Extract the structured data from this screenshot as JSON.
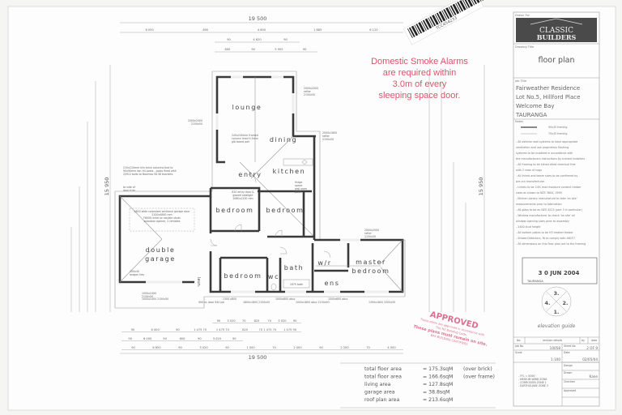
{
  "title_block": {
    "drawn_for_label": "Drawn For",
    "logo_line1": "CLASSIC",
    "logo_line2": "BUILDERS",
    "drawing_title_label": "Drawing Title",
    "drawing_title": "floor plan",
    "job_title_label": "Job Title",
    "job_lines": [
      "Fairweather Residence",
      "Lot No.5, Hillford Place",
      "Welcome Bay",
      "TAURANGA"
    ],
    "notes_label": "Notes",
    "legend": [
      "90x45 framing",
      "70x45 framing"
    ],
    "notes": [
      "- All exterior wall systems to have appropriate",
      "  ventilation and use proprietary flashing",
      "  systems to be installed in accordance with",
      "  the manufacturers instructions by trained installers",
      "- All framing to be kilned dried chemical free",
      "  with 2 rows of nogs",
      "- All lintels and beam sizes to be confirmed by",
      "  pre-cut manufacturer",
      "- Lintels to be 24% max moisture content timber",
      "  sizes as shown to NZS 3604, 1999",
      "- Kitchen joinery manufacture to take 'on site'",
      "  measurements prior to fabrication",
      "- All glass to be as NZS 4223 (part 3 in particular)",
      "- Window manufacturer to check 'on site' all",
      "  window opening sizes prior to assembly",
      "- 2400 stud height",
      "- All bottom plates to be H3 treated timber",
      "- Smoke Detectors, fit to comply with A61F7",
      "- All dimensions on this floor plan are to the framing"
    ],
    "stamp_date": "3 0 JUN 2004",
    "stamp_place": "TAURANGA",
    "elevation_numbers": [
      "1.",
      "2.",
      "3.",
      "4."
    ],
    "elevation_label": "elevation guide",
    "revision_headers": [
      "No.",
      "revision details",
      "by",
      "date"
    ],
    "job_no_label": "Job No",
    "job_no": "10058",
    "sheet_no_label": "Sheet No",
    "sheet_no": "2 OF 9",
    "scale_label": "Scale",
    "scale": "1:100",
    "date_label": "Date",
    "date": "02/05/04",
    "design_label": "Design",
    "drawn_label": "Drawn",
    "drawn": "Kane",
    "checked_label": "Checked",
    "approved_label": "Approved",
    "zone_notes": [
      "- FFL = 0000",
      "- MEDIUM WIND ZONE",
      "- CORROSION ZONE 1",
      "- EARTHQUAKE ZONE 3"
    ]
  },
  "barcode_text": "TCC454233",
  "smoke_alarm_notice": [
    "Domestic Smoke Alarms",
    "are required within",
    "3.0m of every",
    "sleeping space door."
  ],
  "approved_stamp": {
    "title": "APPROVED",
    "lines": [
      "These plans are approved in accordance with",
      "The NZ Building Code.",
      "These plans must remain on site.",
      "BAY BUILDING CERTIFIERS"
    ]
  },
  "rooms": {
    "lounge": "lounge",
    "dining": "dining",
    "entry": "entry",
    "kitchen": "kitchen",
    "bedroom_1": "bedroom",
    "bedroom_2": "bedroom",
    "bedroom_3": "bedroom",
    "garage": [
      "double",
      "garage"
    ],
    "wc": "wc",
    "bath": "bath",
    "wr": "w/r",
    "ens": "ens",
    "master": [
      "master",
      "bedroom"
    ],
    "laundry": "laun."
  },
  "annotations": {
    "lounge_window_left": [
      "2000x2400",
      "2150x50"
    ],
    "lounge_window_right": [
      "2000x2000",
      "rafter",
      "2150x50"
    ],
    "dining_window": [
      "2000x1800",
      "rafter",
      "2150x50"
    ],
    "column": [
      "240x240mm framed",
      "column lined 9.5mm",
      "gib board pair"
    ],
    "entry_door": [
      "810 entry door &",
      "glazed sidelight",
      "2060x1230 mm"
    ],
    "brick_columns": [
      "210x210mm kiln brick columns tied to",
      "90x90mm tan H4 posts - posts fixed with",
      "2/M12 bolts to Bowmac B138 brackets"
    ],
    "door_trim": [
      "to side of",
      "door trim"
    ],
    "garage_door": [
      "4800 wide colorsteel sectional garage door",
      "2100x4840 mm",
      "F600H lintel on double studs",
      "autodoor opener, 2 remotes"
    ],
    "dragon_ties": [
      "100x40",
      "dragon ties"
    ],
    "kitchen": [
      "fridge",
      "space",
      "wall oven",
      "pant"
    ],
    "bath": "1675 bath",
    "master_window": [
      "2000x2000",
      "rafter",
      "2150x50"
    ],
    "garage_window": [
      "1000x2400",
      "2150x50"
    ],
    "bottom_windows": [
      "1000x2400 2150x50",
      "900 st. door 940 pel",
      "1300 x800",
      "1800x1800 2150x50",
      "1000x800 obsc",
      "1000x1800 obsc 2150x50",
      "1000x600 obsc",
      "1300x1800 2200x50"
    ]
  },
  "dimensions": {
    "overall_width": "19 500",
    "overall_depth": "15 950",
    "top_rows": [
      [
        "6 050",
        "600",
        "4 800",
        "1 885",
        "6 120"
      ],
      [
        "90",
        "4 620",
        "90"
      ],
      [
        "600",
        "90",
        "5 905",
        "90"
      ]
    ],
    "bottom_rows": [
      [
        "90",
        "3 020",
        "70",
        "825",
        "70",
        "3 020",
        "90"
      ],
      [
        "90",
        "6 000",
        "90",
        "1 475 70",
        "1 475 70",
        "825",
        "70 1 475 70",
        "1 475 90"
      ],
      [
        "90",
        "6 000",
        "90",
        "600",
        "90",
        "3 020",
        "90"
      ],
      [
        "90",
        "6 650",
        "90",
        "3 020",
        "90",
        "1 000",
        "70",
        "2 000",
        "90",
        "2 200",
        "70",
        "4 000"
      ]
    ]
  },
  "areas": [
    {
      "label": "total floor area",
      "value": "= 175.3sqM",
      "note": "(over brick)"
    },
    {
      "label": "total floor area",
      "value": "= 166.6sqM",
      "note": "(over frame)"
    },
    {
      "label": "living area",
      "value": "= 127.8sqM",
      "note": ""
    },
    {
      "label": "garage area",
      "value": "= 38.8sqM",
      "note": ""
    },
    {
      "label": "roof plan area",
      "value": "= 213.6sqM",
      "note": ""
    }
  ],
  "colors": {
    "wall": "#3a3a3a",
    "notice_red": "#d8546a",
    "stamp_pink": "#d0406a",
    "logo_bg": "#4a4a4a"
  }
}
